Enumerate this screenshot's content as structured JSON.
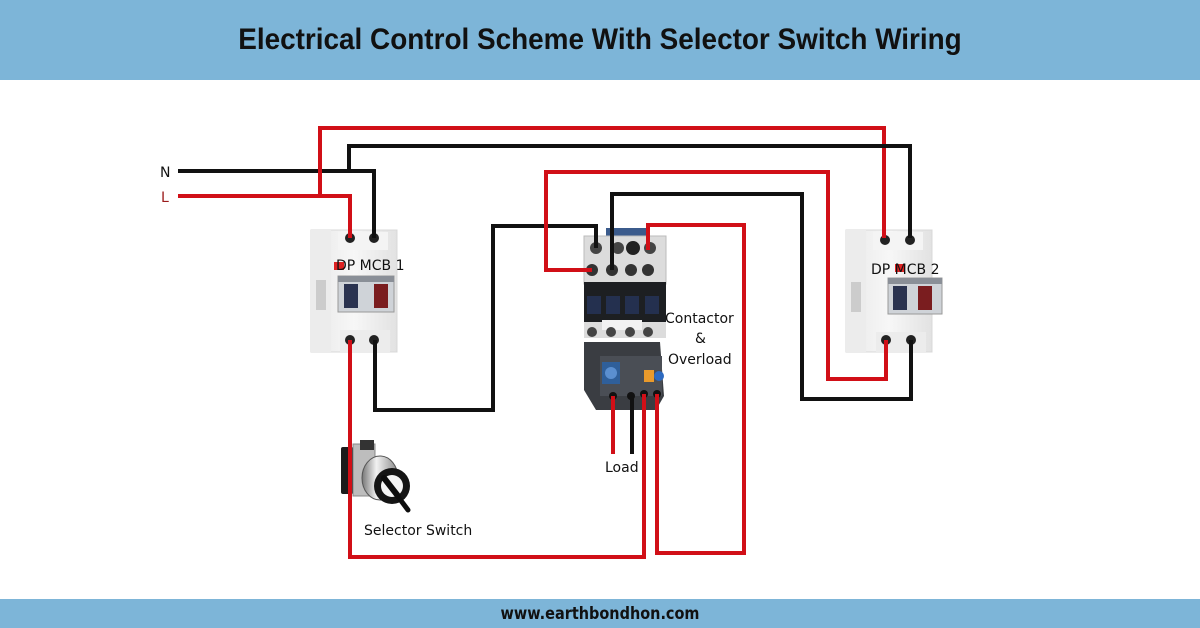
{
  "header": {
    "title": "Electrical Control Scheme With Selector Switch Wiring"
  },
  "footer": {
    "website": "www.earthbondhon.com"
  },
  "colors": {
    "band": "#7db5d8",
    "live_wire": "#d10f17",
    "neutral_wire": "#111111"
  },
  "labels": {
    "neutral": "N",
    "line": "L",
    "mcb1": "DP MCB 1",
    "mcb2": "DP MCB 2",
    "contactor_line1": "Contactor",
    "contactor_line2": "&",
    "contactor_line3": "Overload",
    "load": "Load",
    "selector": "Selector Switch"
  },
  "components": [
    {
      "id": "mcb1",
      "type": "double-pole MCB",
      "label": "DP MCB 1"
    },
    {
      "id": "mcb2",
      "type": "double-pole MCB",
      "label": "DP MCB 2"
    },
    {
      "id": "contactor",
      "type": "contactor with overload relay",
      "label": "Contactor & Overload"
    },
    {
      "id": "selector",
      "type": "selector switch",
      "label": "Selector Switch"
    },
    {
      "id": "load",
      "type": "load",
      "label": "Load"
    }
  ]
}
